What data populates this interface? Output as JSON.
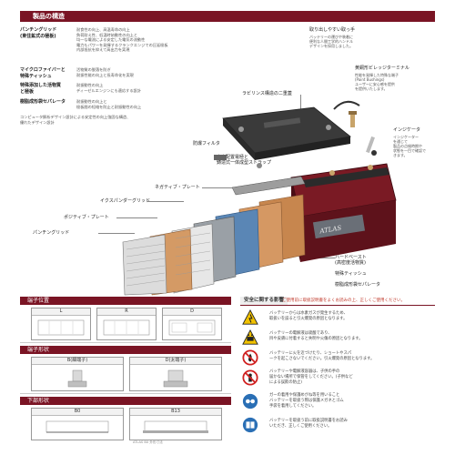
{
  "header": {
    "title": "製品の構造"
  },
  "features": [
    {
      "label": "パンチングリッド\n(東住鉱式の極板)",
      "desc": "耐食性の向上、高温寿命の向上\n負荷耐え性、低温時始動性の向上と\n均一な電流による安定した電気の流動性\n電力もパワーを発揮するクランクエンジでの圧延極板\n内部抵抗を抑えて高出力を実現"
    },
    {
      "label": "マイクロファイバーと\n特殊ティッシュ",
      "desc": "活物質の脱落を防ぎ\n耐振性能の向上と長寿命化を実現"
    },
    {
      "label": "特殊添加した活物質\nと極板",
      "desc": "耐振動性の向上\nディーゼルエンジンにも適応する設計"
    },
    {
      "label": "樹脂成形袋セパレータ",
      "desc": "耐振動性の向上と\n極板間の短絡を防止と耐振動性の向上"
    },
    {
      "label": "",
      "desc": "コンピュータ解析デザイン設計による安定性の向上強固な構造、\n優れたデザイン設計"
    }
  ],
  "callouts": {
    "handle": "取り出しやすい取っ手",
    "handle_desc": "バッテリーの運びや装着に\n便利な人間工学的ハンドル\nデザインを採用しました。",
    "terminal": "黄銅形ビレッジターミナル",
    "terminal_desc": "性能を発揮した特殊な端子\n(Paint Bushings)\nユーザーに安心感を提供\nを提供いたします。",
    "indicator": "インジケータ",
    "indicator_desc": "インジケーター\nを通じて\n製品の点検時期や\n状態を一目で確認で\nきます。",
    "labyrinth": "ラビリンス構造の二重蓋",
    "filter": "防爆フィルタ",
    "strap": "中央配置電極と\n鋳造式一体成型ストラップ",
    "negative": "ネガティブ・プレート",
    "expander": "イクスパンダーグリッド",
    "positive": "ポジティブ・プレート",
    "punching": "パンチングリッド",
    "hardbase": "ハードベースト\n(高密度活物質)",
    "tissue": "特殊ティッシュ",
    "separator": "樹脂成形袋セパレータ"
  },
  "battery_brand": "ATLAS",
  "terminal_section": {
    "title": "端子位置",
    "positions": [
      "L",
      "R",
      "D"
    ]
  },
  "terminal_shape": {
    "title": "端子形状",
    "types": [
      "B(細端子)",
      "D(太端子)"
    ]
  },
  "bottom_section": {
    "title": "下部形状",
    "types": [
      "B0",
      "B13"
    ],
    "note": "ATLAS BX 外形寸法"
  },
  "safety": {
    "title": "安全に関する影響",
    "subtitle": "ご使用前に取扱説明書をよくお読みの上、正しくご使用ください。",
    "items": [
      {
        "icon": "explosion-warning-icon",
        "text": "バッテリーからは水素ガスが発生するため、\n取扱いを誤ると引火爆発の原因となります。"
      },
      {
        "icon": "acid-warning-icon",
        "text": "バッテリーの電解液は硫酸であり、\n目や皮膚に付着すると失明や火傷の原因となります。"
      },
      {
        "icon": "no-fire-icon",
        "text": "バッテリーに火を近づけたり、ショートやスパ\nークを起こさないでください。引火爆発の原因となります。"
      },
      {
        "icon": "no-children-icon",
        "text": "バッテリーや電解液容器は、子供の手の\n届かない場所で保管をしてください。(子供など\nによる誤飲の防止)"
      },
      {
        "icon": "eye-protection-icon",
        "text": "ガーの着用や保護めがね等を用いること\nバッテリーを取扱う際は保護メガネとゴム\n手袋を着用してください。"
      },
      {
        "icon": "read-manual-icon",
        "text": "バッテリーを取扱う前に取扱説明書をお読み\nいただき、正しくご使用ください。"
      }
    ]
  },
  "colors": {
    "accent": "#7a1424",
    "battery": "#7a1a24",
    "copper": "#c7864e",
    "blue": "#5a86b5"
  }
}
